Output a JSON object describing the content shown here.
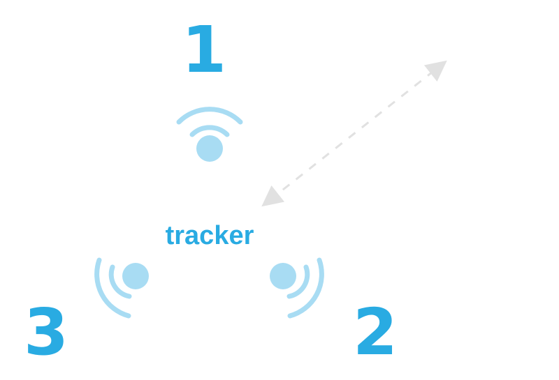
{
  "diagram": {
    "center_label": "tracker",
    "nodes": [
      {
        "id": "node-1",
        "number": "1"
      },
      {
        "id": "node-2",
        "number": "2"
      },
      {
        "id": "node-3",
        "number": "3"
      }
    ],
    "colors": {
      "accent": "#29abe2",
      "node_fill": "#a8dcf3",
      "signal": "#a8dcf3",
      "arrow": "#e1e1e1",
      "background": "#ffffff"
    },
    "icons": {
      "node_1": "wifi-signal-up-icon",
      "node_2": "wifi-signal-right-icon",
      "node_3": "wifi-signal-left-icon",
      "link": "double-headed-dashed-arrow-icon"
    }
  }
}
